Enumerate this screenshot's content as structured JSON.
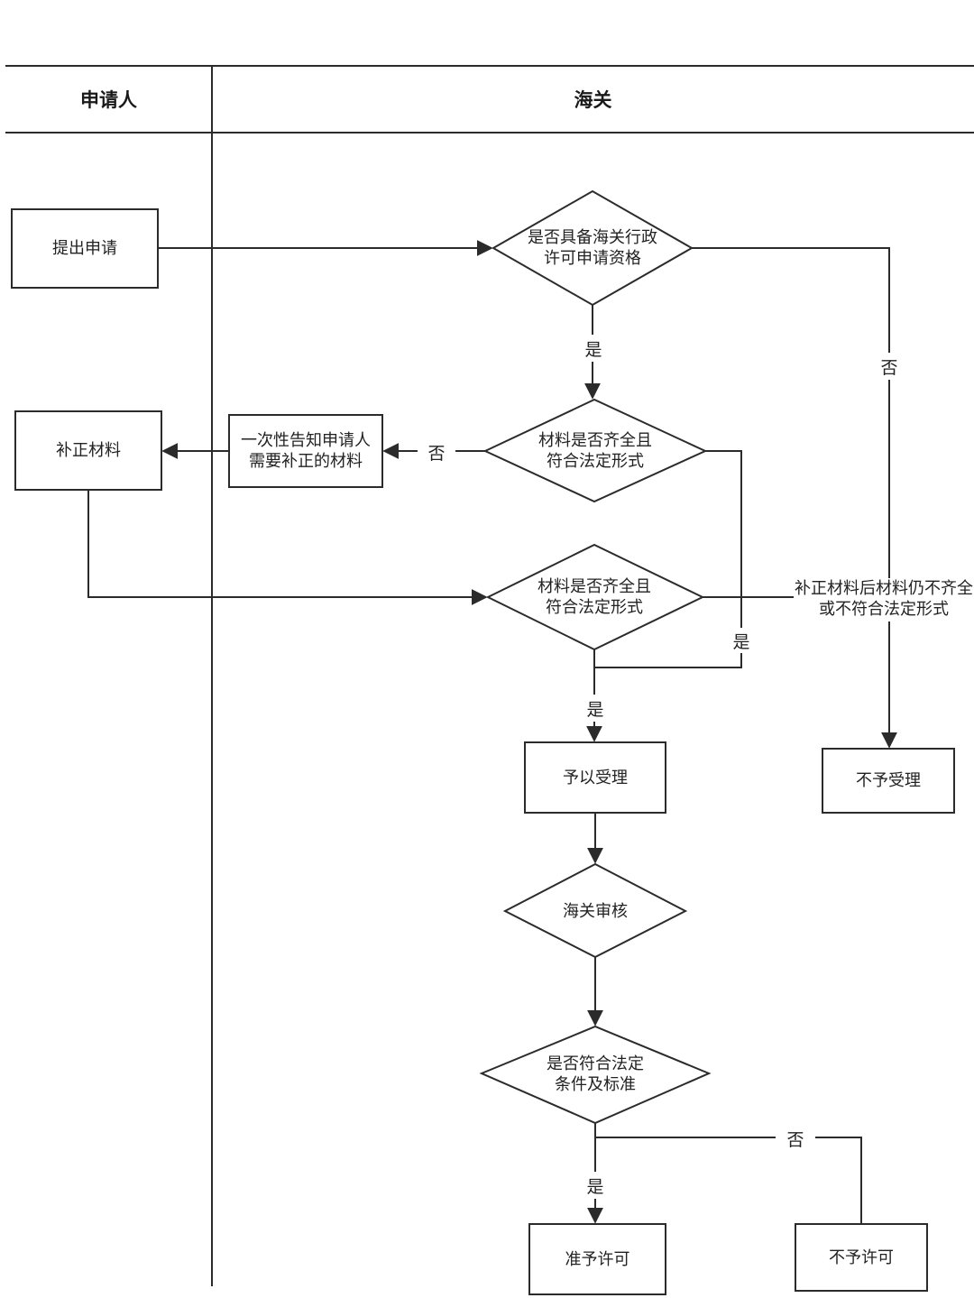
{
  "lanes": {
    "applicant": "申请人",
    "customs": "海关"
  },
  "nodes": {
    "submit": "提出申请",
    "check_qualification": "是否具备海关行政\n许可申请资格",
    "check_materials": "材料是否齐全且\n符合法定形式",
    "notify_once": "一次性告知申请人\n需要补正的材料",
    "supplement": "补正材料",
    "recheck_materials": "材料是否齐全且\n符合法定形式",
    "accept": "予以受理",
    "reject_accept": "不予受理",
    "review": "海关审核",
    "check_conditions": "是否符合法定\n条件及标准",
    "grant": "准予许可",
    "deny": "不予许可"
  },
  "edge_labels": {
    "q_yes": "是",
    "q_no": "否",
    "m_no": "否",
    "m_yes": "是",
    "r_yes": "是",
    "r_fail": "补正材料后材料仍不齐全\n或不符合法定形式",
    "c_yes": "是",
    "c_no": "否"
  },
  "colors": {
    "line": "#2b2b2b",
    "text": "#222222"
  }
}
